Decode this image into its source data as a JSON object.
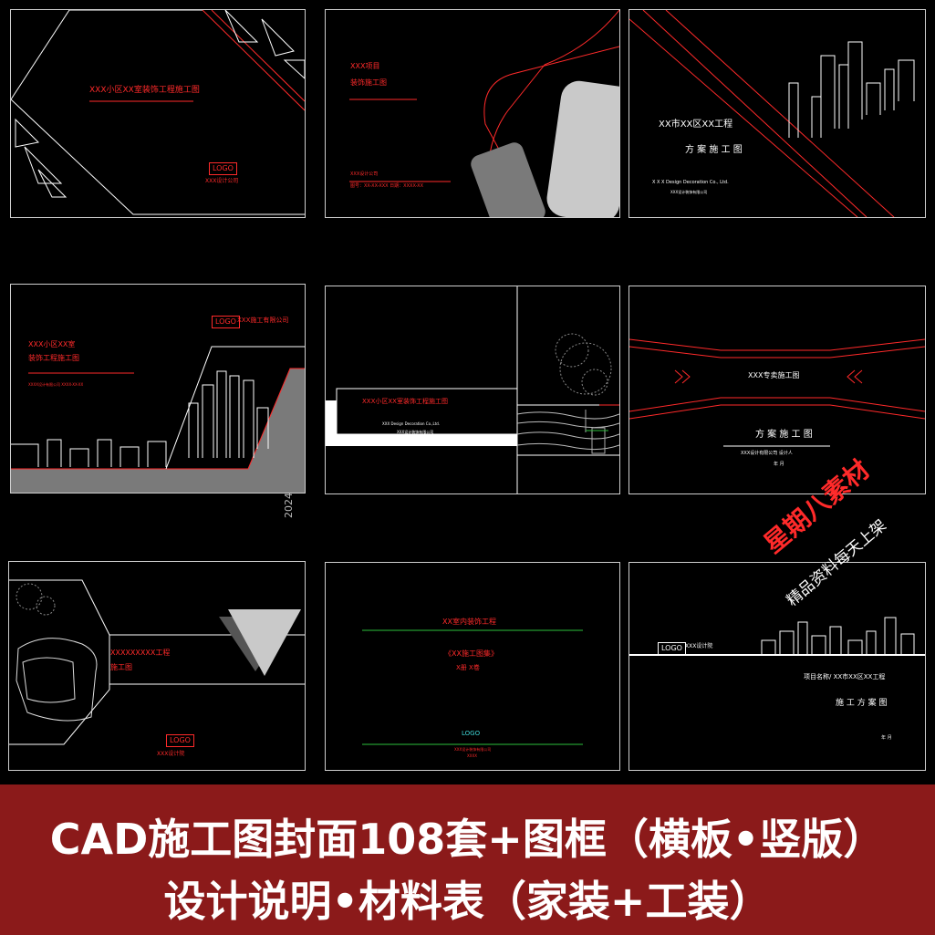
{
  "panels": {
    "p1": {
      "title": "XXX小区XX室装饰工程施工图",
      "logo": "LOGO",
      "company": "XXX设计公司"
    },
    "p2": {
      "line1": "XXX项目",
      "line2": "装饰施工图",
      "small1": "XXX设计公司",
      "small2": "图号：XX-XX-XXX  日期：XXXX-XX"
    },
    "p3": {
      "line1": "XX市XX区XX工程",
      "line2": "方 案 施 工 图",
      "small1": "X X X Design Decoration Co., Ltd.",
      "small2": "XXX设计装饰有限公司"
    },
    "p4": {
      "logo": "LOGO",
      "company": "XXX施工有限公司",
      "line1": "XXX小区XX室",
      "line2": "装饰工程施工图",
      "small": "XXXX设计有限公司      XXXX-XX-XX",
      "year": "2024"
    },
    "p5": {
      "title": "XXX小区XX室装饰工程施工图",
      "small1": "XXX Design Decoration Co.,Ltd.",
      "small2": "XXX设计装饰有限公司"
    },
    "p6": {
      "title": "XXX专卖施工图",
      "line2": "方 案 施 工 图",
      "small1": "XXX设计有限公司    设计人",
      "small2": "年  月"
    },
    "p7": {
      "line1": "XXXXXXXXX工程",
      "line2": "施工图",
      "logo": "LOGO",
      "company": "XXX设计院"
    },
    "p8": {
      "line1": "XX室内装饰工程",
      "line2": "《XX施工图集》",
      "line3": "X册  X卷",
      "logo": "LOGO",
      "small1": "XXX设计装饰有限公司",
      "small2": "XXXX"
    },
    "p9": {
      "logo": "LOGO",
      "company": "XXX设计院",
      "line1": "项目名称/  XX市XX区XX工程",
      "line2": "施 工 方 案 图",
      "small": "年  月"
    }
  },
  "stamp": {
    "line1": "星期八素材",
    "line2": "精品资料每天上架"
  },
  "banner": {
    "line1": "CAD施工图封面108套+图框（横板•竖版）",
    "line2": "设计说明•材料表（家装+工装）"
  },
  "colors": {
    "accent": "#ff2a2a",
    "banner": "#8b1a1a",
    "green": "#2dbf3c"
  }
}
